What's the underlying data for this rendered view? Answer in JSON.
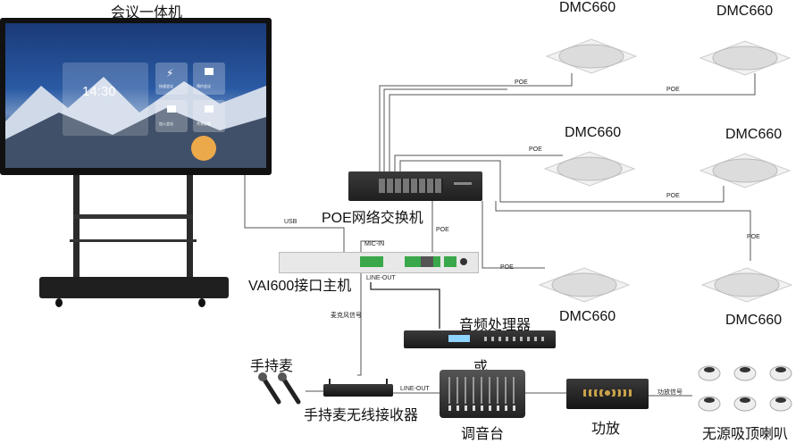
{
  "labels": {
    "conference_display": "会议一体机",
    "poe_switch": "POE网络交换机",
    "vai600": "VAI600接口主机",
    "audio_processor": "音频处理器",
    "or": "或",
    "mixer": "调音台",
    "amplifier": "功放",
    "passive_speakers": "无源吸顶喇叭",
    "handheld_mic": "手持麦",
    "wireless_receiver": "手持麦无线接收器"
  },
  "speakers": [
    {
      "label": "DMC660"
    },
    {
      "label": "DMC660"
    },
    {
      "label": "DMC660"
    },
    {
      "label": "DMC660"
    },
    {
      "label": "DMC660"
    },
    {
      "label": "DMC660"
    }
  ],
  "wires": {
    "poe": "POE",
    "usb": "USB",
    "mic_in": "MIC-IN",
    "line_out": "LINE-OUT",
    "mic_signal": "麦克风信号",
    "line_out_2": "LINE-OUT",
    "amp_signal": "功放信号"
  },
  "screen": {
    "time": "14:30",
    "tile_labels": [
      "快速会议",
      "预约会议",
      "加入会议",
      "共享屏幕"
    ]
  },
  "colors": {
    "screen_bg": "#1c3e78",
    "device_dark": "#2a2a2a",
    "connector_green": "#3aa84a"
  }
}
